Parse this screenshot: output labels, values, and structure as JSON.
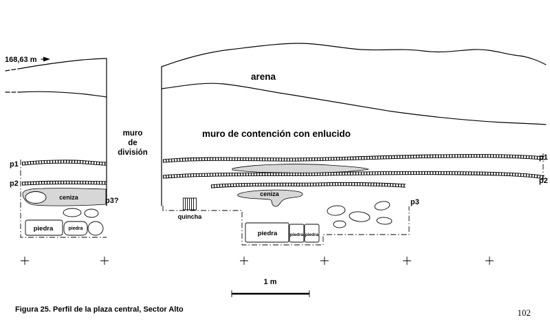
{
  "figure": {
    "caption": "Figura 25. Perfil de la plaza central, Sector Alto",
    "page_number": "102"
  },
  "profile": {
    "elevation": "168,63 m",
    "arena": "arena",
    "muro_contencion": "muro de contención con enlucido",
    "muro_division": [
      "muro",
      "de",
      "división"
    ],
    "floors": {
      "p1_left": "p1",
      "p2_left": "p2",
      "p3_left": "p3?",
      "p1_right": "p1",
      "p2_right": "p2",
      "p3_right": "p3"
    },
    "materials": {
      "ceniza_left": "ceniza",
      "ceniza_center": "ceniza",
      "quincha": "quincha",
      "piedra_left_large": "piedra",
      "piedra_left_small": "piedra",
      "piedra_center_large": "piedra",
      "piedra_center_small_1": "piedra",
      "piedra_center_small_2": "piedra"
    },
    "scale_label": "1 m"
  }
}
